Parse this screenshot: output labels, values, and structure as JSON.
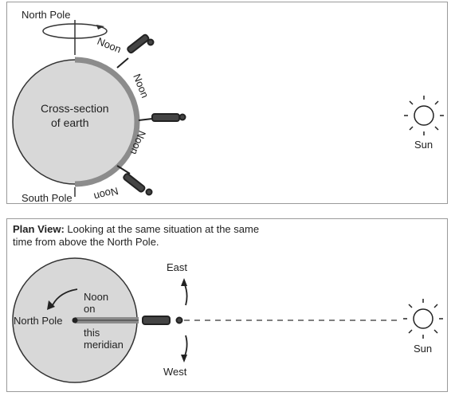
{
  "top": {
    "north_pole": "North Pole",
    "south_pole": "South Pole",
    "cross_section_line1": "Cross-section",
    "cross_section_line2": "of earth",
    "noon_labels": [
      "Noon",
      "Noon",
      "Noon",
      "Noon"
    ],
    "sun": "Sun"
  },
  "bottom": {
    "caption_bold": "Plan View:",
    "caption_rest": " Looking at the same situation at the same time from above the North Pole.",
    "east": "East",
    "west": "West",
    "north_pole": "North Pole",
    "meridian_lines": [
      "Noon",
      "on",
      "this",
      "meridian"
    ],
    "sun": "Sun"
  },
  "colors": {
    "earth": "#d8d8d8",
    "meridian": "#8c8c8c",
    "outline": "#333333"
  }
}
